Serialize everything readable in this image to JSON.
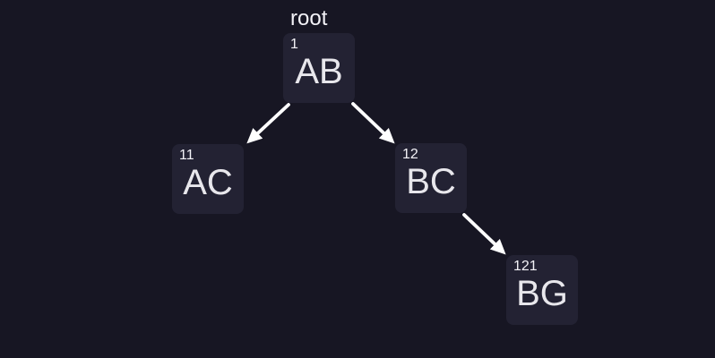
{
  "tree": {
    "root_caption": "root",
    "nodes": [
      {
        "id": "1",
        "label": "AB"
      },
      {
        "id": "11",
        "label": "AC"
      },
      {
        "id": "12",
        "label": "BC"
      },
      {
        "id": "121",
        "label": "BG"
      }
    ],
    "edges": [
      {
        "from": "AB",
        "to": "AC"
      },
      {
        "from": "AB",
        "to": "BC"
      },
      {
        "from": "BC",
        "to": "BG"
      }
    ]
  },
  "colors": {
    "background": "#171623",
    "node_bg": "#232233",
    "node_label": "#e8e7ec",
    "node_index": "#f3f2f7",
    "edge": "#ffffff",
    "caption": "#f3f2f7"
  }
}
